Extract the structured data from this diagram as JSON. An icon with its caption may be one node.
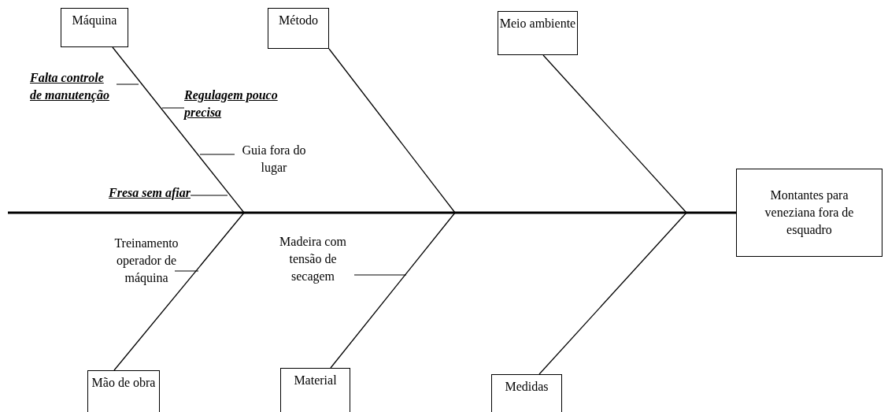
{
  "diagram": {
    "nodes": [
      {
        "text": [
          "Máquina"
        ]
      },
      {
        "text": [
          "Método"
        ]
      },
      {
        "text": [
          "Meio ambiente"
        ]
      },
      {
        "text": [
          "Falta controle de manutenção"
        ]
      },
      {
        "text": [
          "Regulagem pouco precisa"
        ]
      },
      {
        "text": [
          "Guia fora do lugar"
        ]
      },
      {
        "text": [
          "Fresa sem afiar"
        ]
      },
      {
        "text": [
          "Montantes para veneziana fora de esquadro"
        ]
      },
      {
        "text": [
          "Treinamento operador de máquina"
        ]
      },
      {
        "text": [
          "Madeira com tensão de secagem"
        ]
      },
      {
        "text": [
          "Mão de obra"
        ]
      },
      {
        "text": [
          "Material"
        ]
      },
      {
        "text": [
          "Medidas"
        ]
      }
    ],
    "edges": [
      {
        "from": null,
        "to": 7,
        "arrow": "none",
        "style": "thick"
      },
      {
        "from": 0,
        "to": null,
        "arrow": "none"
      },
      {
        "from": 1,
        "to": null,
        "arrow": "none"
      },
      {
        "from": 2,
        "to": null,
        "arrow": "none"
      },
      {
        "from": 10,
        "to": null,
        "arrow": "none"
      },
      {
        "from": 11,
        "to": null,
        "arrow": "none"
      },
      {
        "from": 12,
        "to": null,
        "arrow": "none"
      },
      {
        "from": 3,
        "to": null,
        "arrow": "none"
      },
      {
        "from": 4,
        "to": null,
        "arrow": "none"
      },
      {
        "from": 5,
        "to": null,
        "arrow": "none"
      },
      {
        "from": 6,
        "to": null,
        "arrow": "none"
      },
      {
        "from": 8,
        "to": null,
        "arrow": "none"
      },
      {
        "from": 9,
        "to": null,
        "arrow": "none"
      }
    ]
  }
}
